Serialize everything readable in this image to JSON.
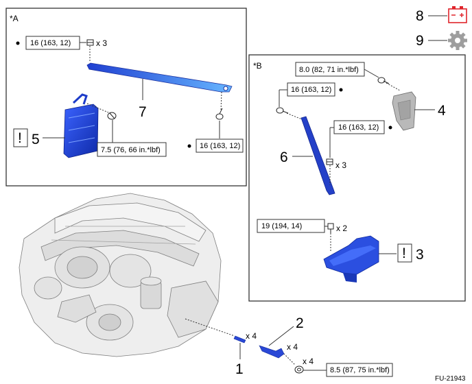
{
  "panel_a": {
    "label": "*A",
    "torque_top": "16 (163, 12)",
    "qty_top": "x 3",
    "callout_bar": "7",
    "callout_bracket": "5",
    "torque_bracket": "7.5 (76, 66 in.*lbf)",
    "torque_right": "16 (163, 12)",
    "caution_mark": "!"
  },
  "panel_b": {
    "label": "*B",
    "torque_top": "8.0 (82, 71 in.*lbf)",
    "torque_left": "16 (163, 12)",
    "torque_mid": "16 (163, 12)",
    "qty_mid": "x 3",
    "callout_bracket": "4",
    "callout_bar": "6",
    "torque_bottom": "19 (194, 14)",
    "qty_bottom": "x 2",
    "callout_cover": "3",
    "caution_mark": "!"
  },
  "legend": {
    "battery_num": "8",
    "gear_num": "9",
    "battery_icon": "battery-disconnect-icon",
    "gear_icon": "gear-icon",
    "accent": "#e0242b",
    "gear_color": "#9e9e9e"
  },
  "engine_parts": {
    "qty_1": "x 4",
    "callout_1": "1",
    "callout_2": "2",
    "qty_2": "x 4",
    "qty_3": "x 4",
    "torque_3": "8.5 (87, 75 in.*lbf)"
  },
  "figure_code": "FU-21943",
  "colors": {
    "part_blue": "#1f3fd1",
    "part_light": "#5aa0ff",
    "frame": "#333333"
  }
}
